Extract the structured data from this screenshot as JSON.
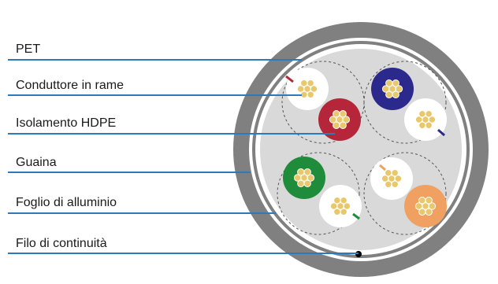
{
  "labels": {
    "pet": "PET",
    "copper_conductor": "Conduttore in rame",
    "hdpe_insulation": "Isolamento HDPE",
    "sheath": "Guaina",
    "aluminium_foil": "Foglio di alluminio",
    "drain_wire": "Filo di continuità"
  },
  "colors": {
    "sheath": "#808080",
    "inner_fill": "#d9d9d9",
    "leader_line": "#2e7ab8",
    "copper": "#e8c86a",
    "pair_red": "#b5263a",
    "pair_blue": "#2b2a8c",
    "pair_green": "#1e8c3a",
    "pair_orange": "#f0a060",
    "white_wire": "#ffffff",
    "drain_wire": "#000000"
  },
  "pairs": [
    {
      "name": "pair-red",
      "color": "pair_red"
    },
    {
      "name": "pair-blue",
      "color": "pair_blue"
    },
    {
      "name": "pair-green",
      "color": "pair_green"
    },
    {
      "name": "pair-orange",
      "color": "pair_orange"
    }
  ]
}
